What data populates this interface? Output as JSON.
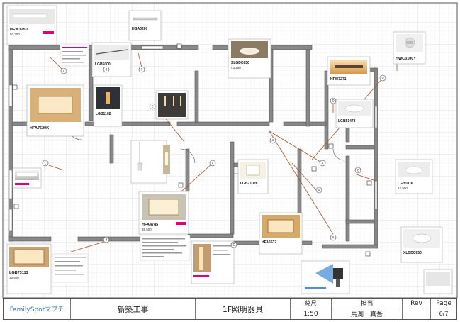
{
  "colors": {
    "wall": "#7d7d7d",
    "grid": "#e2e2e2",
    "grid_major": "#cfcfcf",
    "leader": "#a0522d",
    "accent": "#e0007a",
    "brand": "#3a6fb7",
    "lamp_warm": "#e9b36a"
  },
  "title_block": {
    "brand": "FamilySpotマブチ",
    "project": "新築工事",
    "drawing_title": "1F照明器具",
    "scale_label": "縮尺",
    "scale_value": "1:50",
    "person_label": "担当",
    "person_name": "馬渕　真吾",
    "rev_label": "Rev",
    "page_label": "Page",
    "page_value": "6/7"
  },
  "fixture_labels": {
    "f1": "HFW3250",
    "f2": "HGA3260",
    "f3": "LGB5000",
    "f4": "XLGDC650",
    "f5": "HFW3271",
    "f6": "HWC3100Y",
    "f7": "HFA7520K",
    "f8": "LGB1102",
    "f9": "LGB51478",
    "f10": "HFA4785",
    "f11": "LGB71026",
    "f12": "HFA5532",
    "f13": "LGB73113",
    "f14": "LGB1076",
    "f15": "XLGDC650"
  },
  "fixture_prices": {
    "p1": "50,300",
    "p2": "43,250",
    "p3": "38,500",
    "p4": "13,500",
    "p5": "12,900"
  },
  "symbol_letters": [
    "A",
    "B",
    "C",
    "D"
  ]
}
